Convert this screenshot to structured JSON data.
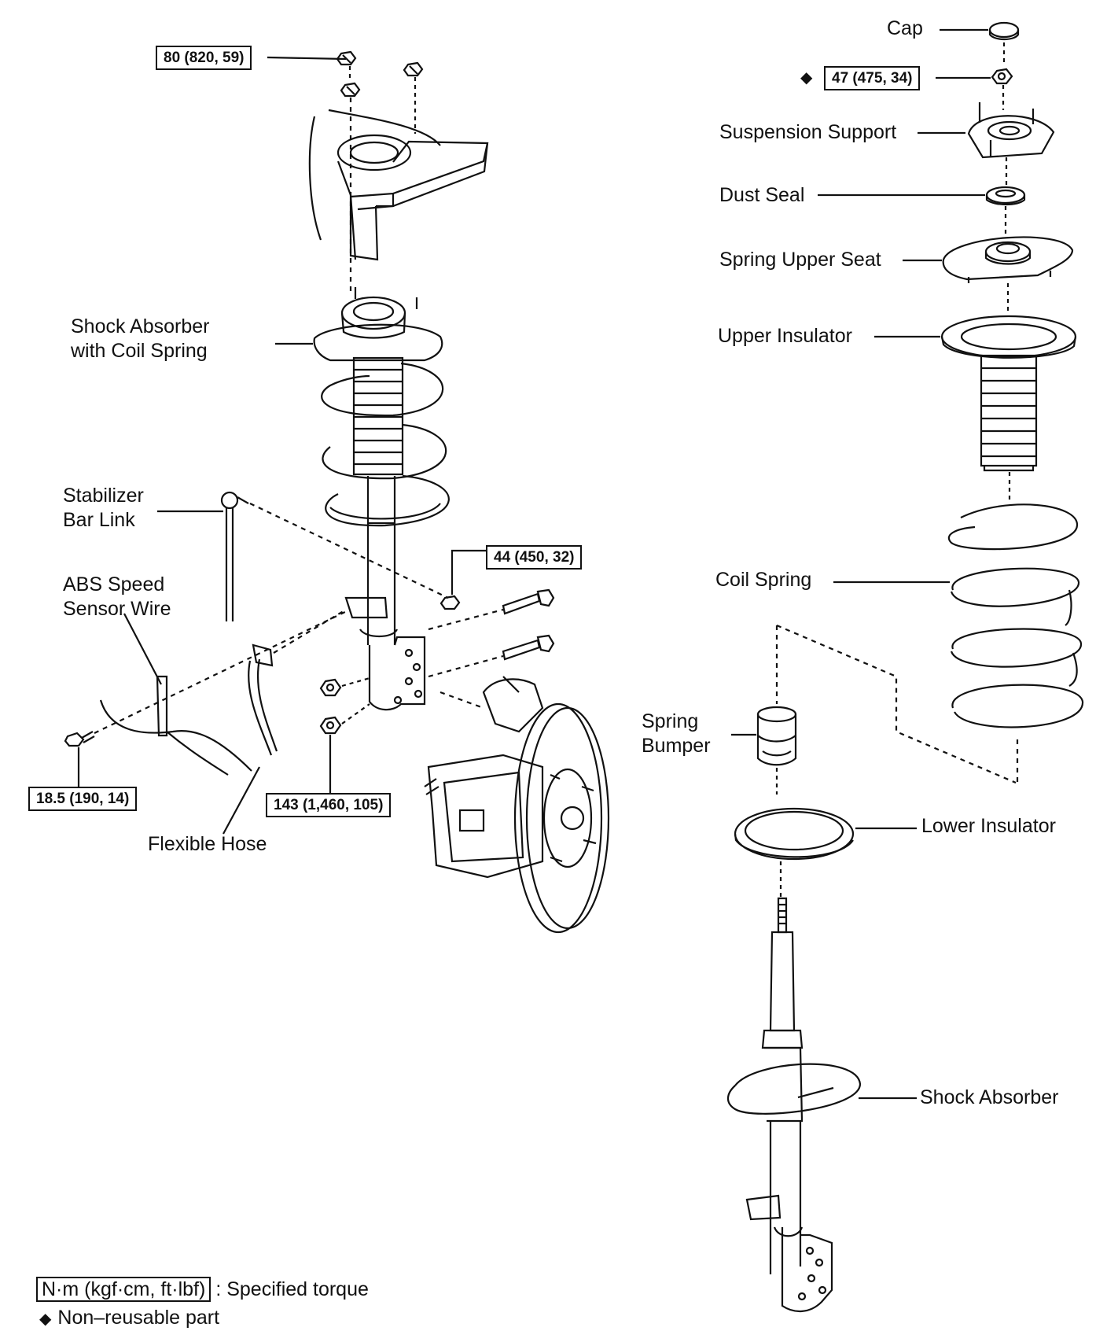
{
  "labels": {
    "cap": "Cap",
    "suspension_support": "Suspension Support",
    "dust_seal": "Dust Seal",
    "spring_upper_seat": "Spring Upper Seat",
    "upper_insulator": "Upper Insulator",
    "coil_spring": "Coil Spring",
    "spring_bumper": [
      "Spring",
      "Bumper"
    ],
    "lower_insulator": "Lower Insulator",
    "shock_absorber": "Shock Absorber",
    "shock_absorber_with_coil_spring": [
      "Shock Absorber",
      "with Coil Spring"
    ],
    "stabilizer_bar_link": [
      "Stabilizer",
      "Bar Link"
    ],
    "abs_speed_sensor_wire": [
      "ABS Speed",
      "Sensor Wire"
    ],
    "flexible_hose": "Flexible Hose"
  },
  "torques": {
    "upper_mount_nuts": "80 (820, 59)",
    "suspension_support_nut": "47 (475, 34)",
    "stabilizer_link_nut": "44 (450, 32)",
    "abs_bracket_bolt": "18.5 (190, 14)",
    "knuckle_bolts": "143 (1,460, 105)"
  },
  "non_reusable_marker": "◆",
  "legend": {
    "torque_unit_box": "N·m (kgf·cm, ft·lbf)",
    "torque_text": ": Specified torque",
    "non_reusable_symbol": "◆",
    "non_reusable_text": "Non–reusable part"
  }
}
